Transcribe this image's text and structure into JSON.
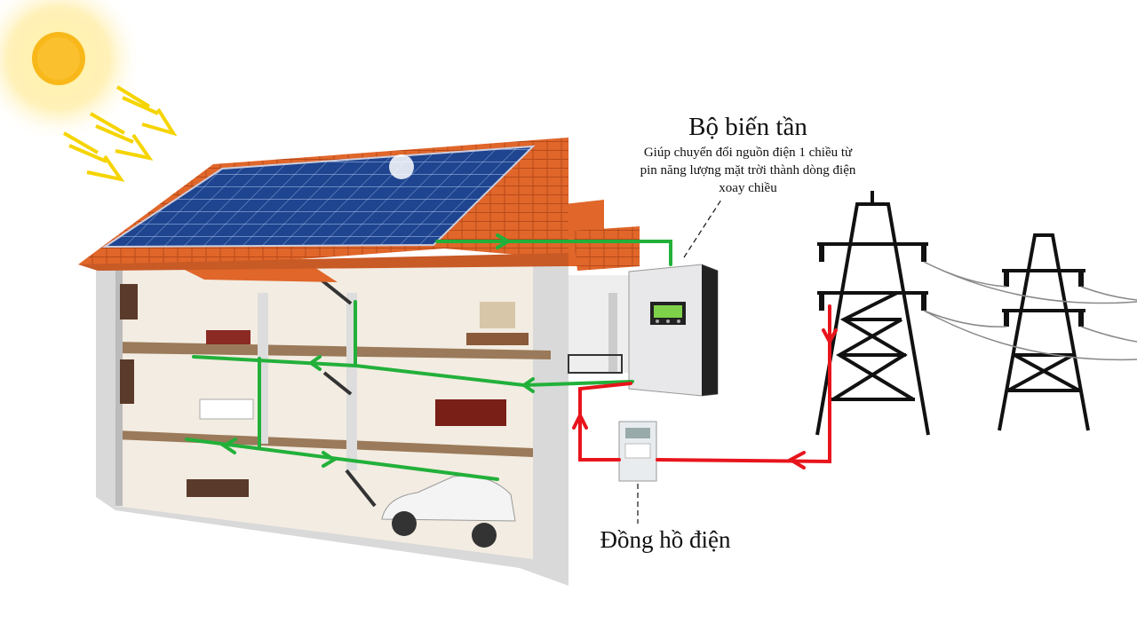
{
  "inverter": {
    "title": "Bộ biến tần",
    "description_lines": [
      "Giúp chuyển đổi nguồn điện 1 chiều từ",
      "pin năng lượng mặt trời thành dòng điện",
      "xoay chiều"
    ]
  },
  "meter": {
    "title": "Đồng hồ điện"
  },
  "colors": {
    "solar_flow": "#22b03a",
    "grid_flow": "#e8141c",
    "sun": "#f9b81a",
    "roof": "#e0662a",
    "panel": "#1d3f8c"
  }
}
